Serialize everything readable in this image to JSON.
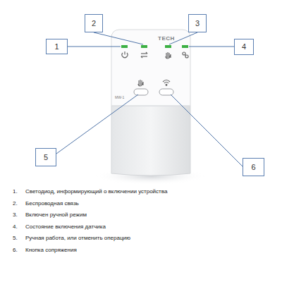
{
  "diagram": {
    "nodes": [
      {
        "text": [
          "2"
        ]
      },
      {
        "text": [
          "3"
        ]
      },
      {
        "text": [
          "1"
        ]
      },
      {
        "text": [
          "4"
        ]
      },
      {
        "text": [
          "5"
        ]
      },
      {
        "text": [
          "6"
        ]
      }
    ],
    "labels": [
      "TECH",
      "MW-1",
      "1.",
      "Светодиод, информирующий о включении устройства",
      "2.",
      "Беспроводная связь",
      "3.",
      "Включен ручной режим",
      "4.",
      "Состояние включения датчика",
      "5.",
      "Ручная работа, или отменить операцию",
      "6.",
      "Кнопка сопряжения"
    ]
  }
}
